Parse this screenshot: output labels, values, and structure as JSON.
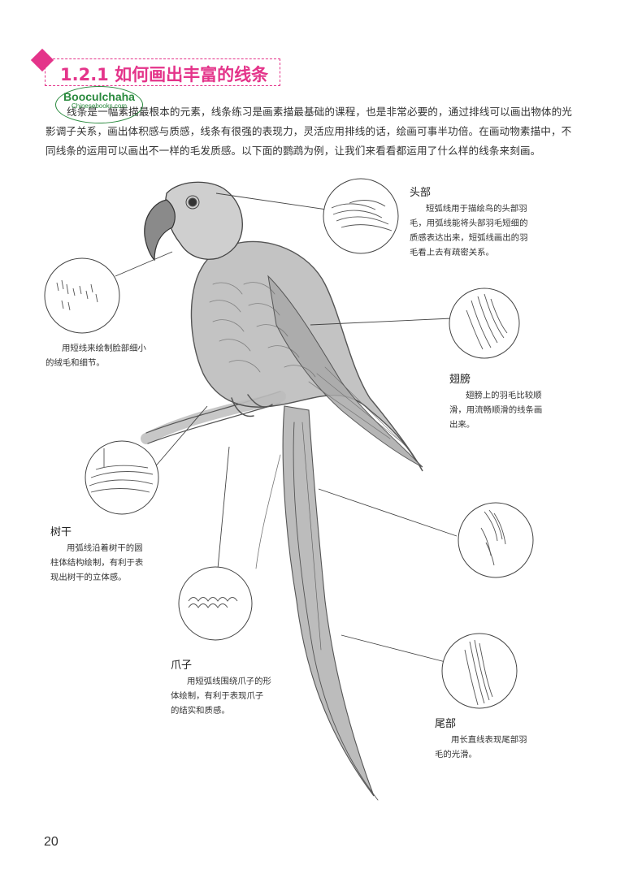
{
  "section": {
    "title": "1.2.1 如何画出丰富的线条"
  },
  "watermark": {
    "main": "Booculchaha",
    "sub": "Chinesebooks.com"
  },
  "intro": "线条是一幅素描最根本的元素，线条练习是画素描最基础的课程，也是非常必要的，通过排线可以画出物体的光影调子关系，画出体积感与质感，线条有很强的表现力，灵活应用排线的话，绘画可事半功倍。在画动物素描中，不同线条的运用可以画出不一样的毛发质感。以下面的鹦鹉为例，让我们来看看都运用了什么样的线条来刻画。",
  "callouts": {
    "head": {
      "label": "头部",
      "caption": "短弧线用于描绘鸟的头部羽毛，用弧线能将头部羽毛短细的质感表达出来，短弧线画出的羽毛看上去有疏密关系。"
    },
    "face": {
      "caption": "用短线来绘制脸部细小的绒毛和细节。"
    },
    "wing": {
      "label": "翅膀",
      "caption": "翅膀上的羽毛比较顺滑，用流畅顺滑的线条画出来。"
    },
    "trunk": {
      "label": "树干",
      "caption": "用弧线沿着树干的圆柱体结构绘制，有利于表现出树干的立体感。"
    },
    "claw": {
      "label": "爪子",
      "caption": "用短弧线围绕爪子的形体绘制，有利于表现爪子的结实和质感。"
    },
    "tail": {
      "label": "尾部",
      "caption": "用长直线表现尾部羽毛的光滑。"
    }
  },
  "page_number": "20"
}
